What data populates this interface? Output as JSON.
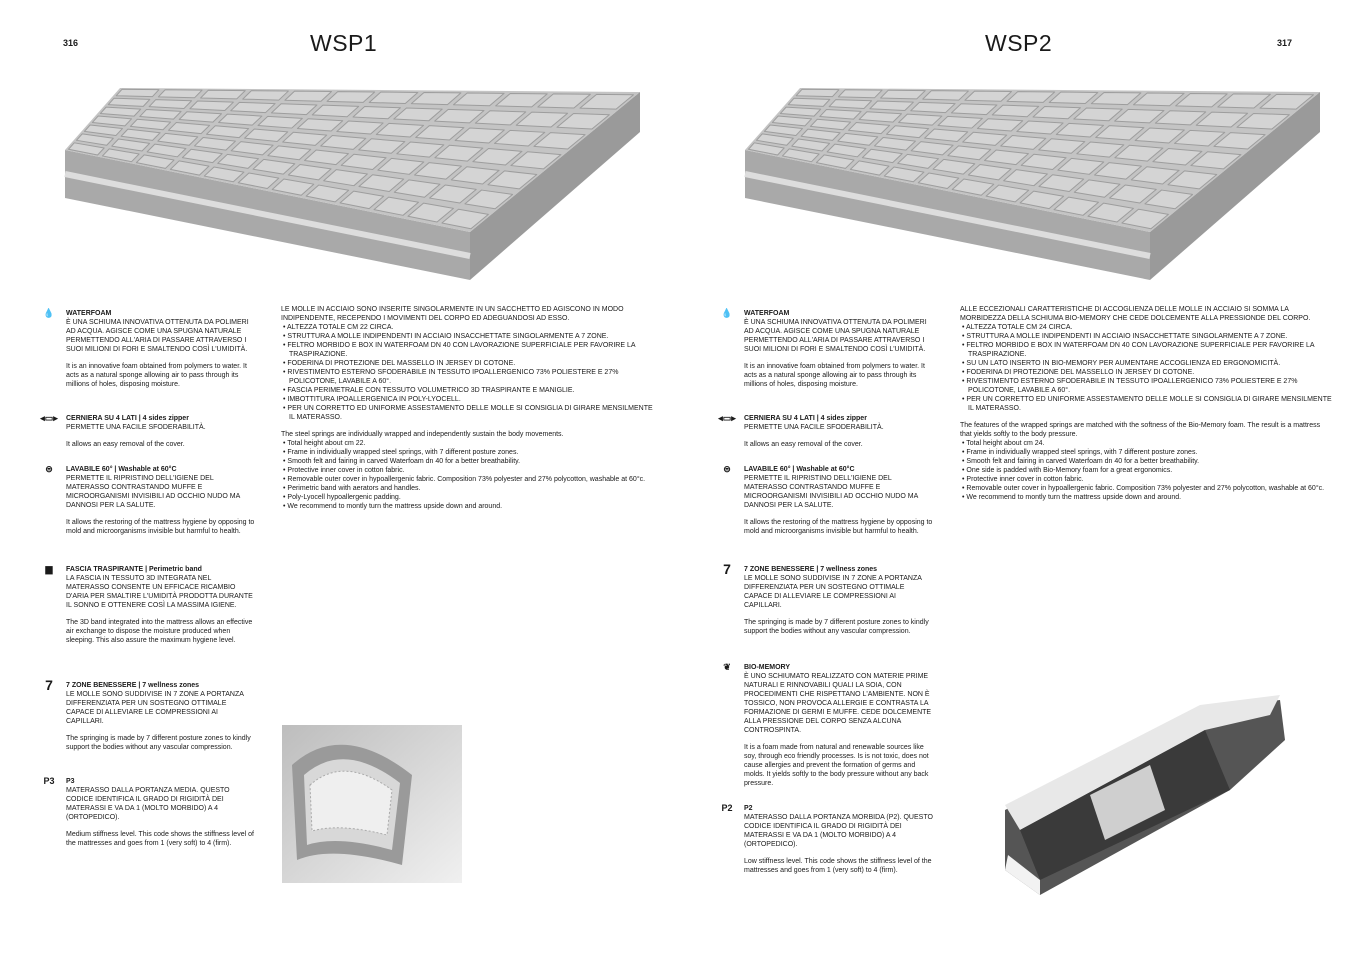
{
  "pages": [
    {
      "number": "316",
      "title": "WSP1",
      "features": [
        {
          "icon": "drop-icon",
          "glyph": "💧",
          "heading": "WATERFOAM",
          "it": "È UNA SCHIUMA INNOVATIVA OTTENUTA DA POLIMERI AD ACQUA. AGISCE COME UNA SPUGNA NATURALE PERMETTENDO ALL'ARIA DI PASSARE ATTRAVERSO I SUOI MILIONI DI FORI E SMALTENDO COSÌ L'UMIDITÀ.",
          "en": "It is an innovative foam obtained from polymers to water. It acts as a natural sponge allowing air to pass through its millions of holes, disposing moisture."
        },
        {
          "icon": "zipper-icon",
          "glyph": "◂▭▸",
          "heading": "CERNIERA SU 4 LATI | 4 sides zipper",
          "it": "PERMETTE UNA FACILE SFODERABILITÀ.",
          "en": "It allows an easy removal of the cover."
        },
        {
          "icon": "wash-60-icon",
          "glyph": "⊜",
          "heading": "LAVABILE 60° | Washable at 60°C",
          "it": "PERMETTE IL RIPRISTINO DELL'IGIENE DEL MATERASSO CONTRASTANDO MUFFE E MICROORGANISMI INVISIBILI AD OCCHIO NUDO MA DANNOSI PER LA SALUTE.",
          "en": "It allows the restoring of the mattress hygiene by opposing to mold and microorganisms invisible but harmful to health."
        },
        {
          "icon": "band-icon",
          "glyph": "▆",
          "heading": "FASCIA TRASPIRANTE | Perimetric band",
          "it": "LA FASCIA IN TESSUTO 3D INTEGRATA NEL MATERASSO CONSENTE UN EFFICACE RICAMBIO D'ARIA PER SMALTIRE L'UMIDITÀ PRODOTTA DURANTE IL SONNO E OTTENERE COSÌ LA MASSIMA IGIENE.",
          "en": "The 3D band integrated into the mattress allows an effective air exchange to dispose the moisture produced when sleeping. This also assure the maximum hygiene level."
        },
        {
          "icon": "seven-zones-icon",
          "glyph": "7",
          "heading": "7 ZONE BENESSERE | 7 wellness zones",
          "it": "LE MOLLE SONO SUDDIVISE IN 7 ZONE A PORTANZA DIFFERENZIATA PER UN SOSTEGNO OTTIMALE CAPACE DI ALLEVIARE LE COMPRESSIONI AI CAPILLARI.",
          "en": "The springing is made by 7 different posture zones to kindly support the bodies without any vascular compression."
        },
        {
          "icon": "stiffness-p3-icon",
          "glyph": "P3",
          "heading": "P3",
          "it": "MATERASSO DALLA PORTANZA MEDIA. QUESTO CODICE IDENTIFICA IL GRADO DI RIGIDITÀ DEI MATERASSI E VA DA 1 (MOLTO MORBIDO) A 4 (ORTOPEDICO).",
          "en": "Medium stiffness level. This code shows the stiffness level of the mattresses and goes from 1 (very soft) to 4 (firm)."
        }
      ],
      "intro_it": "LE MOLLE IN ACCIAIO SONO INSERITE SINGOLARMENTE IN UN SACCHETTO ED AGISCONO IN MODO INDIPENDENTE, RECEPENDO I MOVIMENTI DEL CORPO ED ADEGUANDOSI AD ESSO.",
      "list_it": [
        "ALTEZZA TOTALE CM 22 CIRCA.",
        "STRUTTURA A MOLLE INDIPENDENTI IN ACCIAIO INSACCHETTATE SINGOLARMENTE A 7 ZONE.",
        "FELTRO MORBIDO E BOX IN WATERFOAM DN 40 CON LAVORAZIONE SUPERFICIALE PER FAVORIRE LA TRASPIRAZIONE.",
        "FODERINA DI PROTEZIONE DEL MASSELLO IN JERSEY DI COTONE.",
        "RIVESTIMENTO ESTERNO SFODERABILE IN TESSUTO IPOALLERGENICO 73% POLIESTERE E 27% POLICOTONE, LAVABILE A 60°.",
        "FASCIA PERIMETRALE CON TESSUTO VOLUMETRICO 3D TRASPIRANTE E MANIGLIE.",
        "IMBOTTITURA IPOALLERGENICA IN POLY-LYOCELL.",
        "PER UN CORRETTO ED UNIFORME ASSESTAMENTO DELLE MOLLE SI CONSIGLIA DI GIRARE MENSILMENTE IL MATERASSO."
      ],
      "intro_en": "The steel springs are individually wrapped and independently sustain the body movements.",
      "list_en": [
        "Total height about cm 22.",
        "Frame in individually wrapped steel springs, with 7 different posture zones.",
        "Smooth felt and fairing in carved Waterfoam dn 40 for a better breathability.",
        "Protective inner cover in cotton fabric.",
        "Removable outer cover in hypoallergenic fabric. Composition 73% polyester and 27% polycotton, washable at 60°c.",
        "Perimetric band with aerators and handles.",
        "Poly-Lyocell hypoallergenic padding.",
        "We recommend to montly turn the mattress upside down and around."
      ]
    },
    {
      "number": "317",
      "title": "WSP2",
      "features": [
        {
          "icon": "drop-icon",
          "glyph": "💧",
          "heading": "WATERFOAM",
          "it": "È UNA SCHIUMA INNOVATIVA OTTENUTA DA POLIMERI AD ACQUA. AGISCE COME UNA SPUGNA NATURALE PERMETTENDO ALL'ARIA DI PASSARE ATTRAVERSO I SUOI MILIONI DI FORI E SMALTENDO COSÌ L'UMIDITÀ.",
          "en": "It is an innovative foam obtained from polymers to water. It acts as a natural sponge allowing air to pass through its millions of holes, disposing moisture."
        },
        {
          "icon": "zipper-icon",
          "glyph": "◂▭▸",
          "heading": "CERNIERA SU 4 LATI | 4 sides zipper",
          "it": "PERMETTE UNA FACILE SFODERABILITÀ.",
          "en": "It allows an easy removal of the cover."
        },
        {
          "icon": "wash-60-icon",
          "glyph": "⊜",
          "heading": "LAVABILE 60° | Washable at 60°C",
          "it": "PERMETTE IL RIPRISTINO DELL'IGIENE DEL MATERASSO CONTRASTANDO MUFFE E MICROORGANISMI INVISIBILI AD OCCHIO NUDO MA DANNOSI PER LA SALUTE.",
          "en": "It allows the restoring of the mattress hygiene by opposing to mold and microorganisms invisible but harmful to health."
        },
        {
          "icon": "seven-zones-icon",
          "glyph": "7",
          "heading": "7 ZONE BENESSERE | 7 wellness zones",
          "it": "LE MOLLE SONO SUDDIVISE IN 7 ZONE A PORTANZA DIFFERENZIATA PER UN SOSTEGNO OTTIMALE CAPACE DI ALLEVIARE LE COMPRESSIONI AI CAPILLARI.",
          "en": "The springing is made by 7 different posture zones to kindly support the bodies without any vascular compression."
        },
        {
          "icon": "leaf-icon",
          "glyph": "❦",
          "heading": "BIO-MEMORY",
          "it": "È UNO SCHIUMATO REALIZZATO CON MATERIE PRIME NATURALI E RINNOVABILI QUALI LA SOIA, CON PROCEDIMENTI CHE RISPETTANO L'AMBIENTE. NON È TOSSICO, NON PROVOCA ALLERGIE E CONTRASTA LA FORMAZIONE DI GERMI E MUFFE. CEDE DOLCEMENTE ALLA PRESSIONE DEL CORPO SENZA ALCUNA CONTROSPINTA.",
          "en": "It is a foam made from natural and renewable sources like soy, through eco friendly processes. Is is not toxic, does not cause allergies and prevent the formation of germs and molds. It yields softly to the body pressure without any back pressure."
        },
        {
          "icon": "stiffness-p2-icon",
          "glyph": "P2",
          "heading": "P2",
          "it": "MATERASSO DALLA PORTANZA MORBIDA (P2). QUESTO CODICE IDENTIFICA IL GRADO DI RIGIDITÀ DEI MATERASSI E VA DA 1 (MOLTO MORBIDO) A 4 (ORTOPEDICO).",
          "en": "Low stiffness level. This code shows the stiffness level of the mattresses and goes from 1 (very soft) to 4 (firm)."
        }
      ],
      "intro_it": "ALLE ECCEZIONALI CARATTERISTICHE DI ACCOGLIENZA DELLE MOLLE IN ACCIAIO SI SOMMA LA MORBIDEZZA DELLA SCHIUMA BIO-MEMORY CHE CEDE DOLCEMENTE ALLA PRESSIONDE DEL CORPO.",
      "list_it": [
        "ALTEZZA TOTALE CM 24 CIRCA.",
        "STRUTTURA A MOLLE INDIPENDENTI IN ACCIAIO INSACCHETTATE SINGOLARMENTE A 7 ZONE.",
        "FELTRO MORBIDO E BOX IN WATERFOAM DN 40 CON LAVORAZIONE SUPERFICIALE PER FAVORIRE LA TRASPIRAZIONE.",
        "SU UN LATO INSERTO IN BIO-MEMORY PER AUMENTARE ACCOGLIENZA ED ERGONOMICITÀ.",
        "FODERINA DI PROTEZIONE DEL MASSELLO IN JERSEY DI COTONE.",
        "RIVESTIMENTO ESTERNO SFODERABILE IN TESSUTO IPOALLERGENICO 73% POLIESTERE E 27% POLICOTONE, LAVABILE A 60°.",
        "PER UN CORRETTO ED UNIFORME ASSESTAMENTO DELLE MOLLE SI CONSIGLIA DI GIRARE MENSILMENTE IL MATERASSO."
      ],
      "intro_en": "The features of the wrapped springs are matched with the softness of the Bio-Memory foam. The result is a mattress that yields softly to the body pressure.",
      "list_en": [
        "Total height about cm 24.",
        "Frame in individually wrapped steel springs, with 7 different posture zones.",
        "Smooth felt and fairing in carved Waterfoam dn 40 for a better breathability.",
        "One side is padded with Bio-Memory foam for a great ergonomics.",
        "Protective inner cover in cotton fabric.",
        "Removable outer cover in hypoallergenic fabric. Composition 73% polyester and 27% polycotton, washable at 60°c.",
        "We recommend to montly turn the mattress upside down and around."
      ]
    }
  ]
}
